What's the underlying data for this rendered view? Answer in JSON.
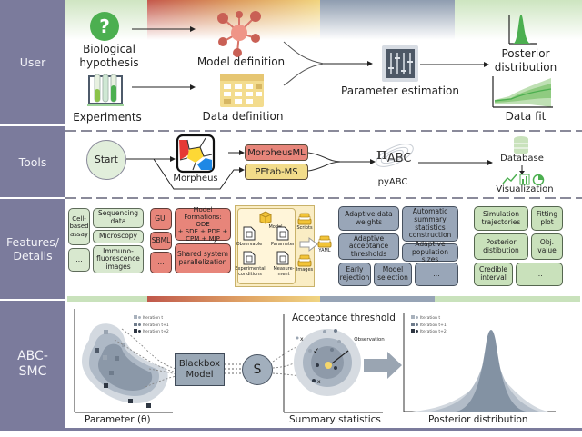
{
  "colors": {
    "sidebar": "#7b7b9c",
    "green": "#c9e2bc",
    "red": "#e7857a",
    "yellow": "#f2dc8a",
    "blue_grey": "#99a6b8",
    "accent_green": "#4caf50"
  },
  "rows": {
    "user": {
      "label": "User"
    },
    "tools": {
      "label": "Tools"
    },
    "features": {
      "label": "Features/\nDetails"
    },
    "abc": {
      "label": "ABC-\nSMC"
    }
  },
  "user_row": {
    "biological_hypothesis": "Biological\nhypothesis",
    "experiments": "Experiments",
    "model_definition": "Model definition",
    "data_definition": "Data definition",
    "parameter_estimation": "Parameter estimation",
    "posterior_distribution": "Posterior\ndistribution",
    "data_fit": "Data fit"
  },
  "tools_row": {
    "start": "Start",
    "morpheus": "Morpheus",
    "morpheusml": "MorpheusML",
    "petab_ms": "PEtab-MS",
    "pyabc_logo": "ABC",
    "pyabc_pi": "π",
    "pyabc": "pyABC",
    "database": "Database",
    "visualization": "Visualization"
  },
  "features_row": {
    "experiments_group": [
      "Cell-\nbased\nassay",
      "Sequencing\ndata",
      "Microscopy",
      "Immuno-\nfluorescence\nimages",
      "..."
    ],
    "morpheus_group": [
      "GUI",
      "SBML",
      "...",
      "Model\nFormations: ODE\n+ SDE + PDE +\nCPM + MJP",
      "Shared system\nparallelization"
    ],
    "petab_group": {
      "model": "Model",
      "observable": "Observable",
      "parameter": "Parameter",
      "experimental_conditions": "Experimental\nconditions",
      "measurement": "Measure-\nment",
      "scripts": "Scripts",
      "images": "Images",
      "yaml": "YAML"
    },
    "pyabc_group": [
      "Adaptive data\nweights",
      "Automatic\nsummary\nstatistics\nconstruction",
      "Adaptive\nacceptance\nthresholds",
      "Adaptive\npopulation sizes",
      "Early\nrejection",
      "Model\nselection",
      "..."
    ],
    "output_group": [
      "Simulation\ntrajectories",
      "Fitting\nplot",
      "Posterior\ndistibution",
      "Obj.\nvalue",
      "Credible\ninterval",
      "..."
    ]
  },
  "abc_row": {
    "legend": [
      "Iteration t",
      "Iteration t+1",
      "Iteration t+2"
    ],
    "blackbox": "Blackbox\nModel",
    "summary_symbol": "S",
    "acceptance_threshold": "Acceptance threshold",
    "observation": "Observation",
    "x_parameter": "Parameter (θ)",
    "x_summary": "Summary statistics",
    "x_posterior": "Posterior distribution",
    "accept_mark": "✓",
    "reject_mark": "x"
  }
}
